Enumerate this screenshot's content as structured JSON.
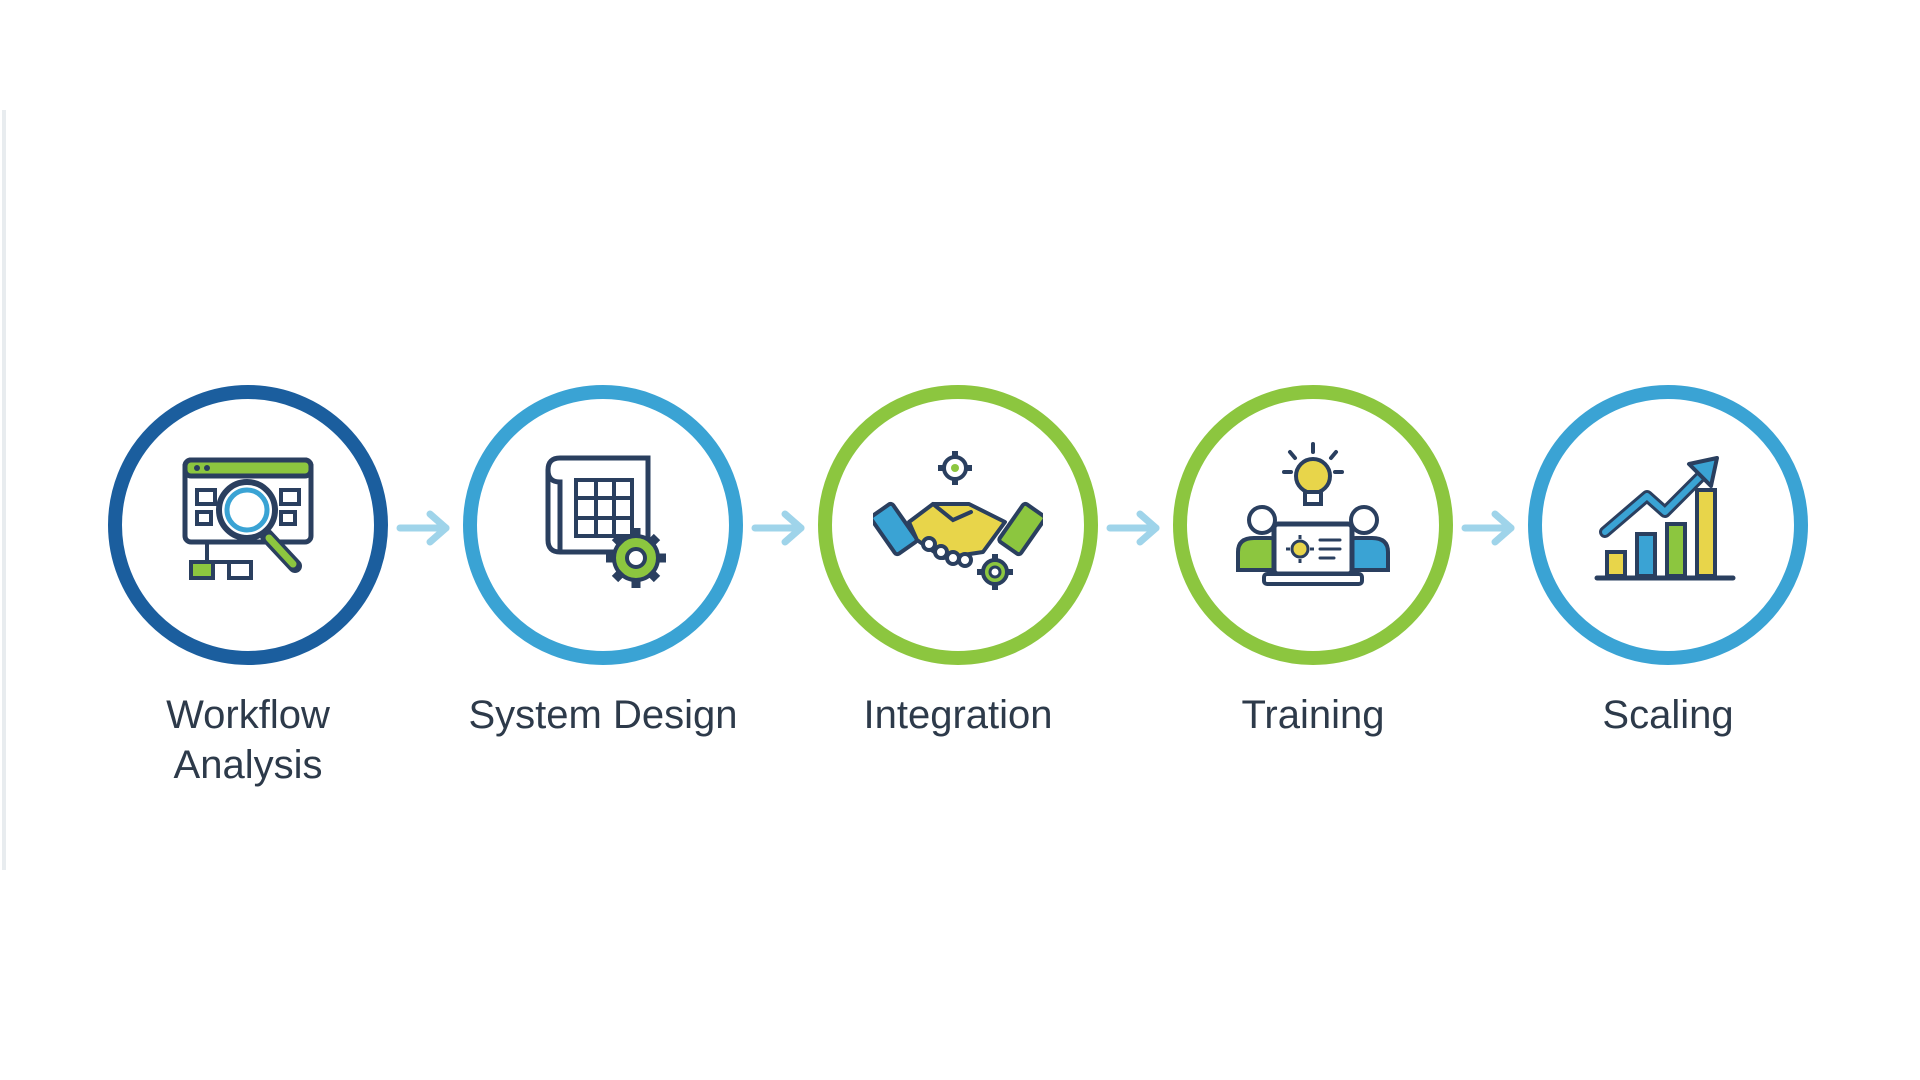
{
  "colors": {
    "dark_blue": "#1b5e9e",
    "mid_blue": "#3aa3d4",
    "green": "#8cc63f",
    "arrow": "#9fd4ea",
    "icon_stroke": "#2a3f5f",
    "text": "#2d3a4a"
  },
  "steps": [
    {
      "label": "Workflow\nAnalysis",
      "icon": "workflow-analysis-icon",
      "ring_color": "#1b5e9e"
    },
    {
      "label": "System Design",
      "icon": "blueprint-gear-icon",
      "ring_color": "#3aa3d4"
    },
    {
      "label": "Integration",
      "icon": "handshake-icon",
      "ring_color": "#8cc63f"
    },
    {
      "label": "Training",
      "icon": "training-lightbulb-icon",
      "ring_color": "#8cc63f"
    },
    {
      "label": "Scaling",
      "icon": "growth-chart-icon",
      "ring_color": "#3aa3d4"
    }
  ]
}
